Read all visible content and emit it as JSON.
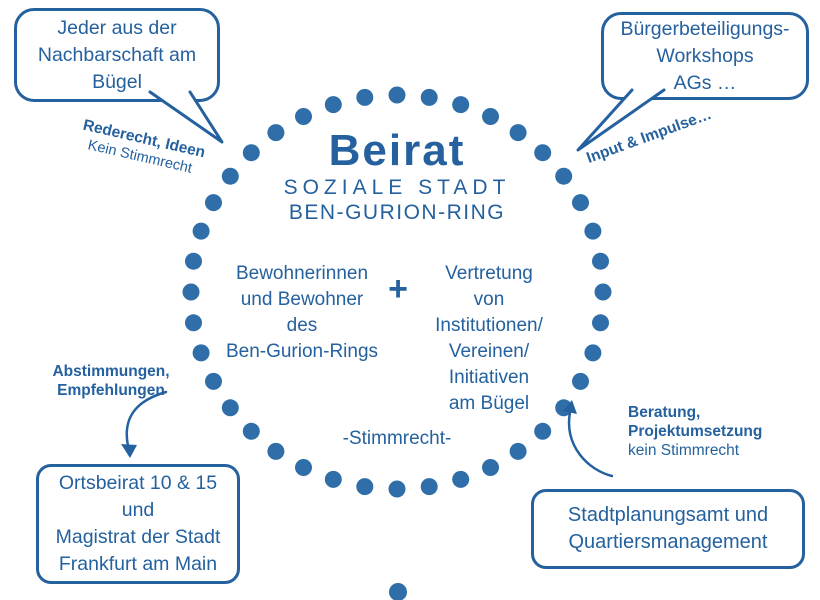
{
  "colors": {
    "primary": "#24619e",
    "dot": "#2f6ea9"
  },
  "bubbles": {
    "top_left": {
      "lines": [
        "Jeder aus der",
        "Nachbarschaft am",
        "Bügel"
      ]
    },
    "top_right": {
      "lines": [
        "Bürgerbeteiligungs-",
        "Workshops",
        "AGs …"
      ]
    },
    "bottom_left": {
      "lines": [
        "Ortsbeirat 10 & 15",
        "und",
        "Magistrat der Stadt",
        "Frankfurt am Main"
      ]
    },
    "bottom_right": {
      "lines": [
        "Stadtplanungsamt und",
        "Quartiersmanagement"
      ]
    }
  },
  "labels": {
    "top_left": {
      "bold": "Rederecht, Ideen",
      "regular": "Kein Stimmrecht"
    },
    "top_right": {
      "bold": "Input & Impulse…"
    },
    "left": {
      "line1": "Abstimmungen,",
      "line2": "Empfehlungen"
    },
    "right": {
      "line1": "Beratung,",
      "line2": "Projektumsetzung",
      "line3": "kein Stimmrecht"
    }
  },
  "circle": {
    "title": "Beirat",
    "subtitle1": "SOZIALE STADT",
    "subtitle2": "BEN-GURION-RING",
    "left_member": {
      "lines": [
        "Bewohnerinnen",
        "und Bewohner",
        "des",
        "Ben-Gurion-Rings"
      ]
    },
    "plus": "+",
    "right_member": {
      "lines": [
        "Vertretung",
        "von",
        "Institutionen/",
        "Vereinen/",
        "Initiativen",
        "am Bügel"
      ]
    },
    "footer": "-Stimmrecht-",
    "dot_count": 40
  }
}
